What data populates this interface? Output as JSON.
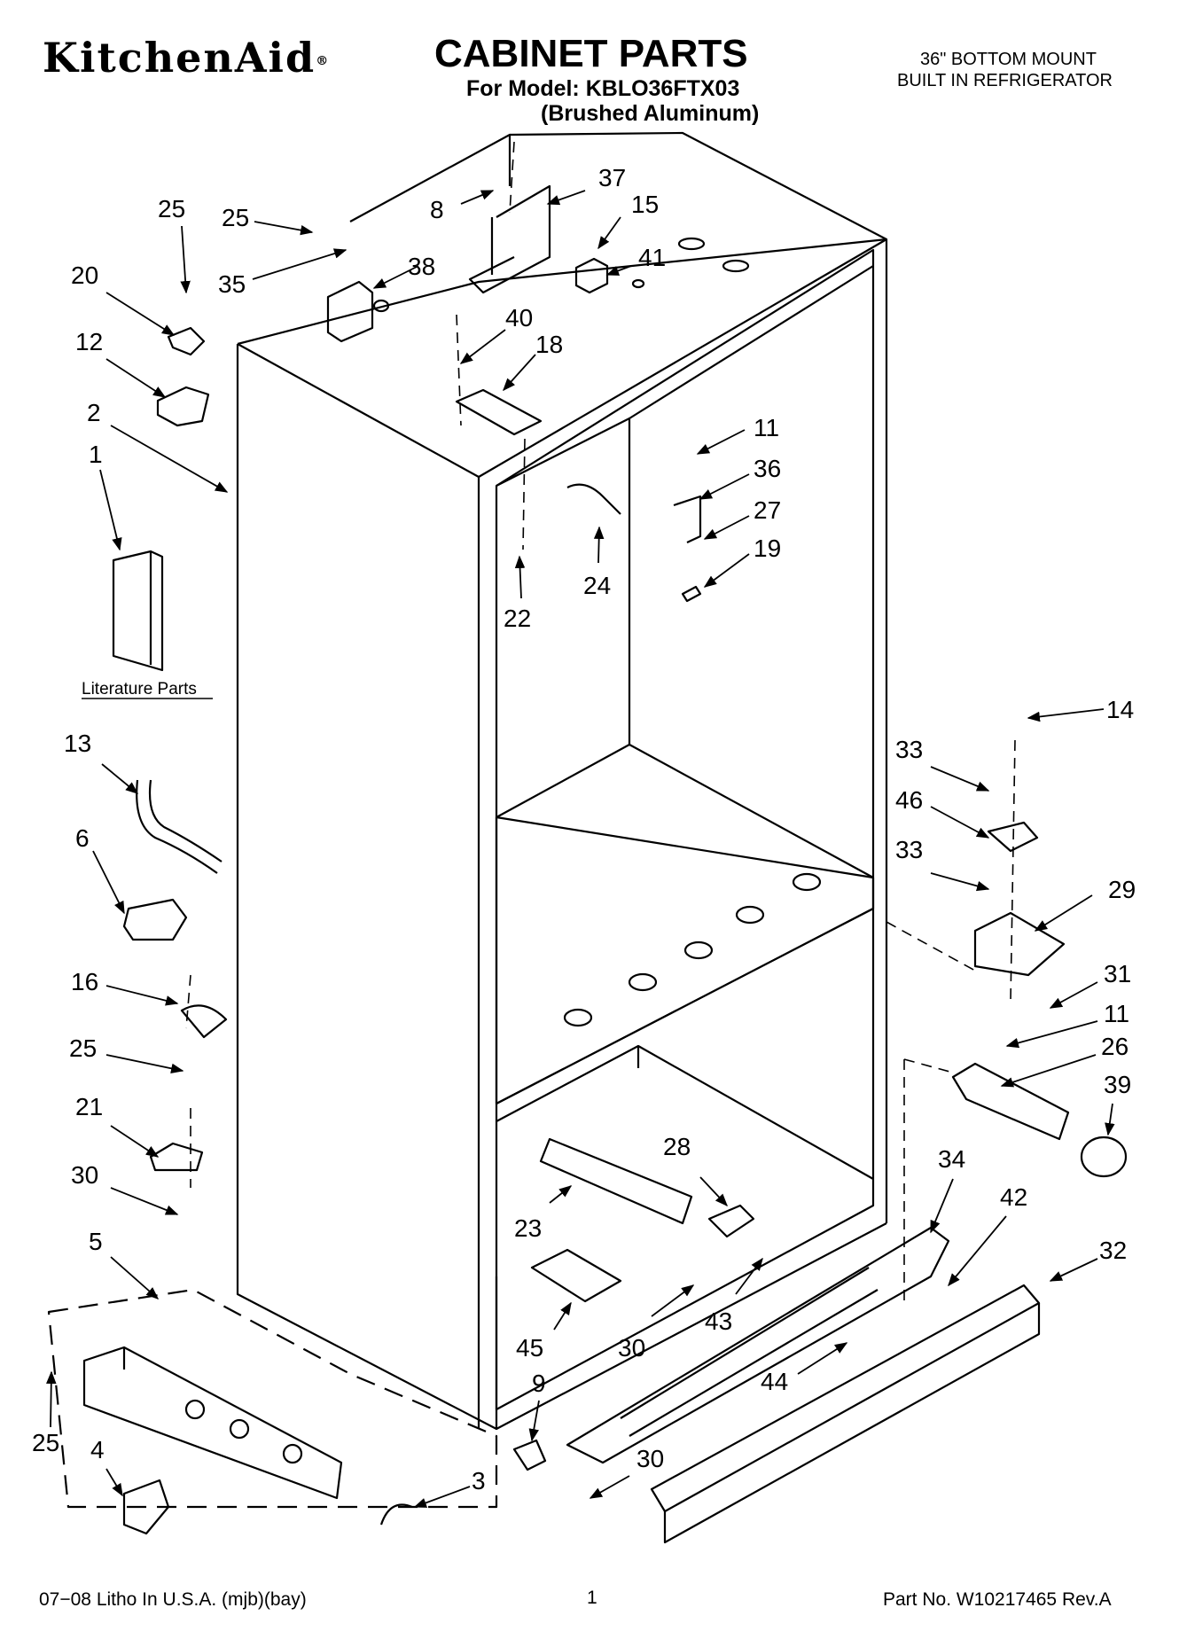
{
  "header": {
    "brand": "KitchenAid",
    "brand_mark": "®",
    "title": "CABINET PARTS",
    "model": "For Model: KBLO36FTX03",
    "finish": "(Brushed Aluminum)",
    "description_line1": "36\" BOTTOM MOUNT",
    "description_line2": "BUILT IN REFRIGERATOR"
  },
  "literature_label": "Literature Parts",
  "callouts": [
    {
      "id": "c25a",
      "text": "25"
    },
    {
      "id": "c25b",
      "text": "25"
    },
    {
      "id": "c8",
      "text": "8"
    },
    {
      "id": "c37",
      "text": "37"
    },
    {
      "id": "c15",
      "text": "15"
    },
    {
      "id": "c20",
      "text": "20"
    },
    {
      "id": "c35",
      "text": "35"
    },
    {
      "id": "c38",
      "text": "38"
    },
    {
      "id": "c41",
      "text": "41"
    },
    {
      "id": "c12",
      "text": "12"
    },
    {
      "id": "c40",
      "text": "40"
    },
    {
      "id": "c18",
      "text": "18"
    },
    {
      "id": "c2",
      "text": "2"
    },
    {
      "id": "c1",
      "text": "1"
    },
    {
      "id": "c11a",
      "text": "11"
    },
    {
      "id": "c36",
      "text": "36"
    },
    {
      "id": "c27",
      "text": "27"
    },
    {
      "id": "c19",
      "text": "19"
    },
    {
      "id": "c24",
      "text": "24"
    },
    {
      "id": "c22",
      "text": "22"
    },
    {
      "id": "c14",
      "text": "14"
    },
    {
      "id": "c13",
      "text": "13"
    },
    {
      "id": "c33a",
      "text": "33"
    },
    {
      "id": "c46",
      "text": "46"
    },
    {
      "id": "c6",
      "text": "6"
    },
    {
      "id": "c33b",
      "text": "33"
    },
    {
      "id": "c29",
      "text": "29"
    },
    {
      "id": "c16",
      "text": "16"
    },
    {
      "id": "c31",
      "text": "31"
    },
    {
      "id": "c11b",
      "text": "11"
    },
    {
      "id": "c25c",
      "text": "25"
    },
    {
      "id": "c26",
      "text": "26"
    },
    {
      "id": "c39",
      "text": "39"
    },
    {
      "id": "c21",
      "text": "21"
    },
    {
      "id": "c28",
      "text": "28"
    },
    {
      "id": "c34",
      "text": "34"
    },
    {
      "id": "c30a",
      "text": "30"
    },
    {
      "id": "c42",
      "text": "42"
    },
    {
      "id": "c23",
      "text": "23"
    },
    {
      "id": "c5",
      "text": "5"
    },
    {
      "id": "c32",
      "text": "32"
    },
    {
      "id": "c45",
      "text": "45"
    },
    {
      "id": "c30b",
      "text": "30"
    },
    {
      "id": "c43",
      "text": "43"
    },
    {
      "id": "c44",
      "text": "44"
    },
    {
      "id": "c9",
      "text": "9"
    },
    {
      "id": "c25d",
      "text": "25"
    },
    {
      "id": "c4",
      "text": "4"
    },
    {
      "id": "c30c",
      "text": "30"
    },
    {
      "id": "c3",
      "text": "3"
    }
  ],
  "footer": {
    "litho": "07−08 Litho In U.S.A. (mjb)(bay)",
    "page": "1",
    "part_no": "Part No. W10217465 Rev.A"
  }
}
